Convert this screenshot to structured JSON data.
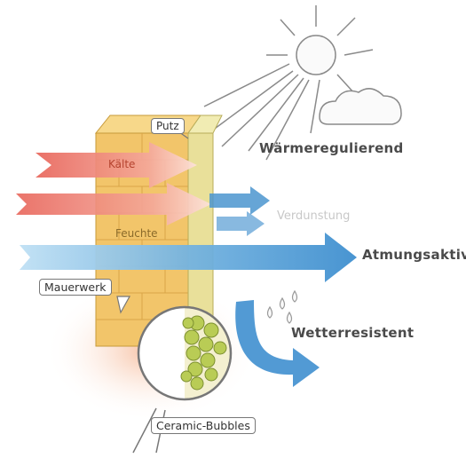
{
  "labels": {
    "putz": "Putz",
    "waerme": "Wärmeregulierend",
    "kaelte": "Kälte",
    "feuchte": "Feuchte",
    "verdunstung": "Verdunstung",
    "atmung": "Atmungsaktiv",
    "mauerwerk": "Mauerwerk",
    "wetter": "Wetterresistent",
    "ceramic": "Ceramic-Bubbles"
  },
  "icons": [
    "sun-icon",
    "cloud-icon",
    "rain-drops-icon"
  ],
  "colors": {
    "heat_arrow": "#e8655a",
    "air_arrow": "#3f8fcf",
    "brick": "#f2c56a",
    "plaster": "#e9e09a",
    "bubble": "#b9cc55"
  }
}
